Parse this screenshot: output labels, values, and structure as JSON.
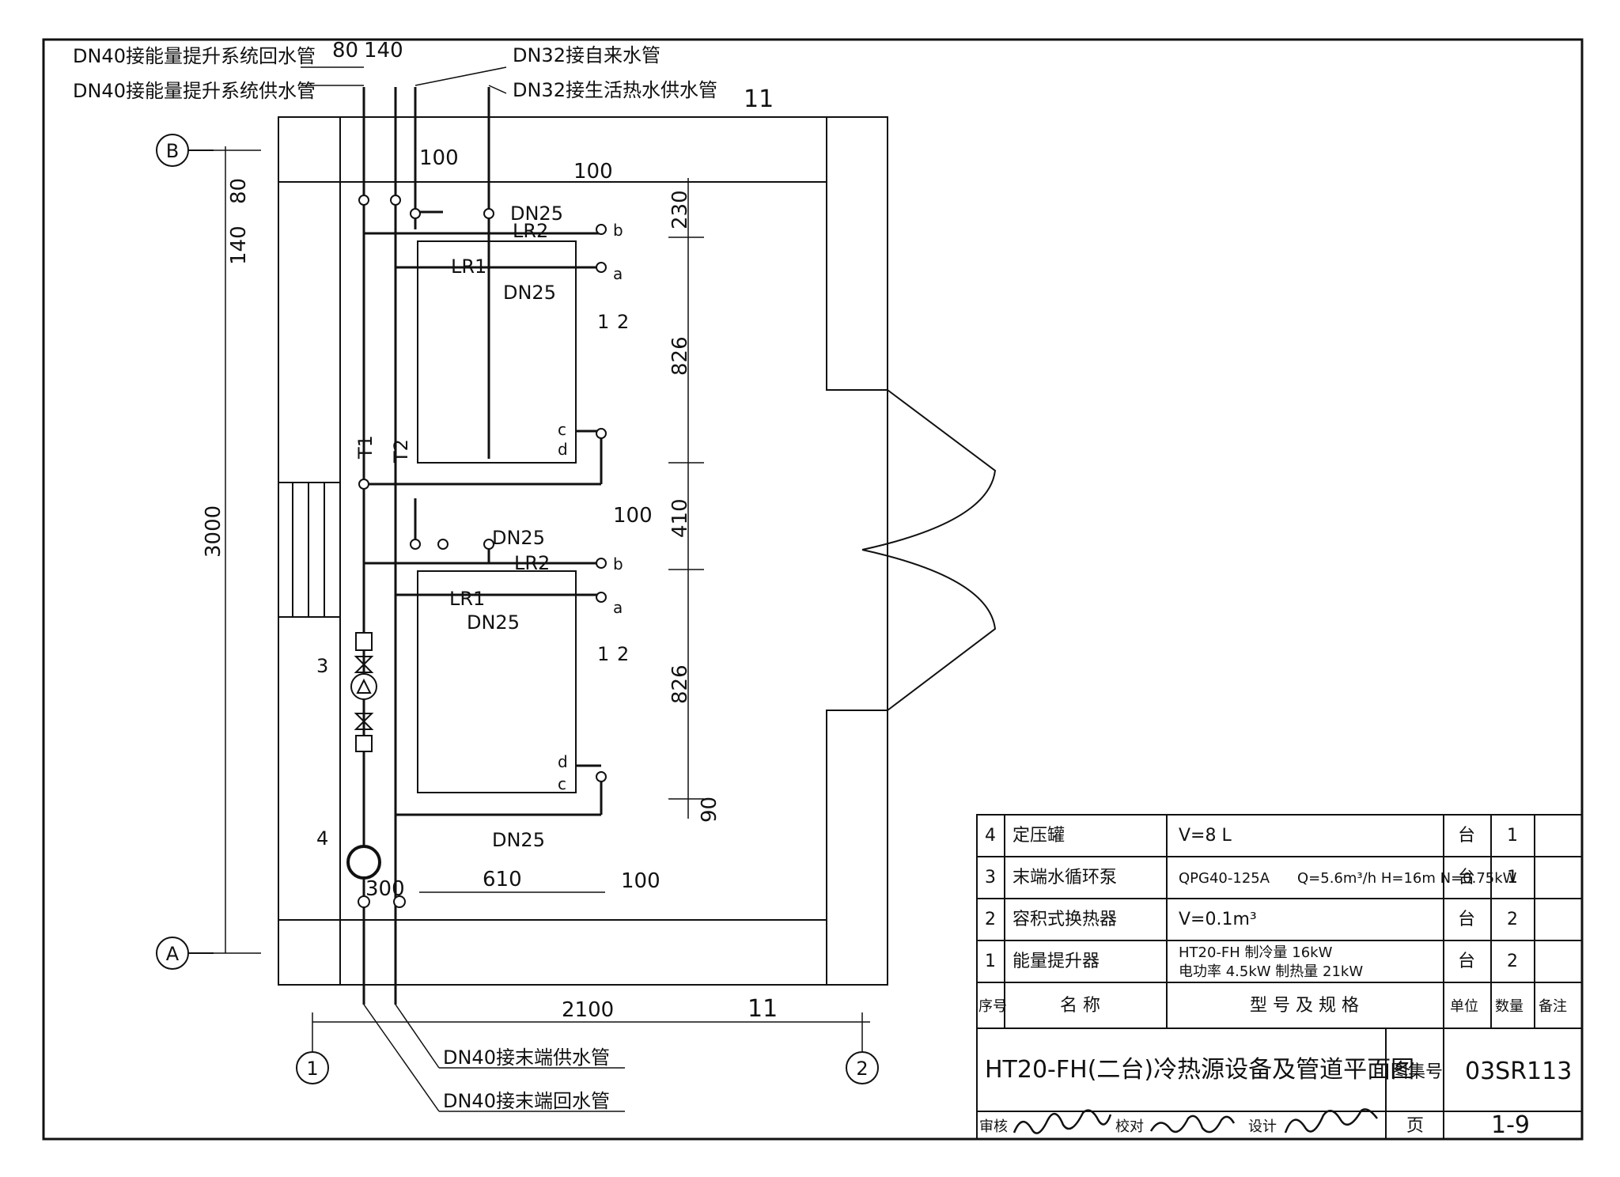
{
  "pipes_top": {
    "return_l1": "DN40接能量提升系统回水管",
    "supply_l1": "DN40接能量提升系统供水管",
    "tap_water": "DN32接自来水管",
    "hot_water": "DN32接生活热水供水管",
    "dim_80": "80",
    "dim_140": "140"
  },
  "pipes_bottom": {
    "end_supply": "DN40接末端供水管",
    "end_return": "DN40接末端回水管"
  },
  "axes": {
    "a": "A",
    "b": "B",
    "c1": "1",
    "c2": "2"
  },
  "dims": {
    "d100_top": "100",
    "d100_mid": "100",
    "d100_right": "100",
    "d100_bot": "100",
    "d230": "230",
    "d826_a": "826",
    "d410": "410",
    "d826_b": "826",
    "d90": "90",
    "d3000": "3000",
    "d80_left": "80",
    "d140_left": "140",
    "d2100": "2100",
    "d610": "610",
    "d300": "300",
    "break_top": "11",
    "break_bot": "11"
  },
  "labels": {
    "dn25_1": "DN25",
    "lr2_1": "LR2",
    "lr1_1": "LR1",
    "dn25_2": "DN25",
    "b1": "b",
    "a1": "a",
    "c1": "c",
    "d1": "d",
    "u1": "1",
    "u2": "2",
    "t1": "T1",
    "t2": "T2",
    "dn25_3": "DN25",
    "lr2_2": "LR2",
    "lr1_2": "LR1",
    "dn25_4": "DN25",
    "b2": "b",
    "a2": "a",
    "d2": "d",
    "c2": "c",
    "u3": "1",
    "u4": "2",
    "dn25_5": "DN25",
    "n3": "3",
    "n4": "4"
  },
  "table": {
    "rows": [
      {
        "no": "4",
        "name": "定压罐",
        "spec": "V=8 L",
        "spec2": "",
        "unit": "台",
        "qty": "1"
      },
      {
        "no": "3",
        "name": "末端水循环泵",
        "spec": "QPG40-125A",
        "spec2": "Q=5.6m³/h  H=16m N=0.75kW",
        "unit": "台",
        "qty": "1"
      },
      {
        "no": "2",
        "name": "容积式换热器",
        "spec": "V=0.1m³",
        "spec2": "",
        "unit": "台",
        "qty": "2"
      },
      {
        "no": "1",
        "name": "能量提升器",
        "spec": "HT20-FH  制冷量 16kW",
        "spec2": "电功率 4.5kW  制热量 21kW",
        "unit": "台",
        "qty": "2"
      }
    ],
    "header": {
      "no": "序号",
      "name": "名  称",
      "spec": "型 号 及 规 格",
      "unit": "单位",
      "qty": "数量",
      "note": "备注"
    },
    "title": "HT20-FH(二台)冷热源设备及管道平面图",
    "atlas_label": "图集号",
    "atlas_no": "03SR113",
    "review": "审核",
    "check": "校对",
    "design": "设计",
    "page_label": "页",
    "page_no": "1-9"
  }
}
